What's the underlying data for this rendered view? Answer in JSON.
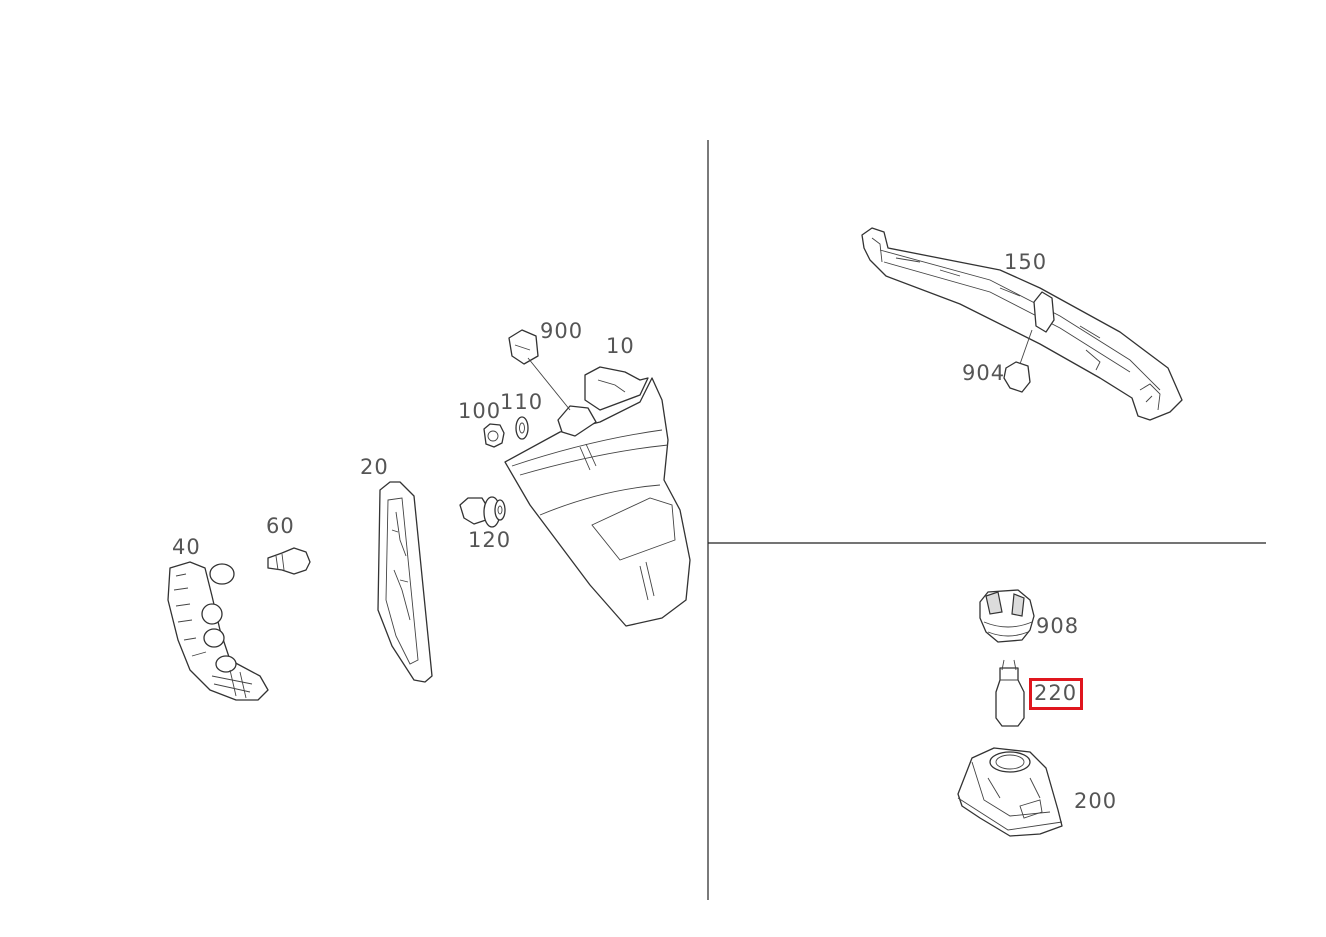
{
  "diagram": {
    "highlight_color": "#e0161e",
    "selected_part": "220",
    "callouts": {
      "p900": "900",
      "p10": "10",
      "p100": "100",
      "p110": "110",
      "p20": "20",
      "p60": "60",
      "p40": "40",
      "p120": "120",
      "p150": "150",
      "p904": "904",
      "p908": "908",
      "p220": "220",
      "p200": "200"
    }
  }
}
